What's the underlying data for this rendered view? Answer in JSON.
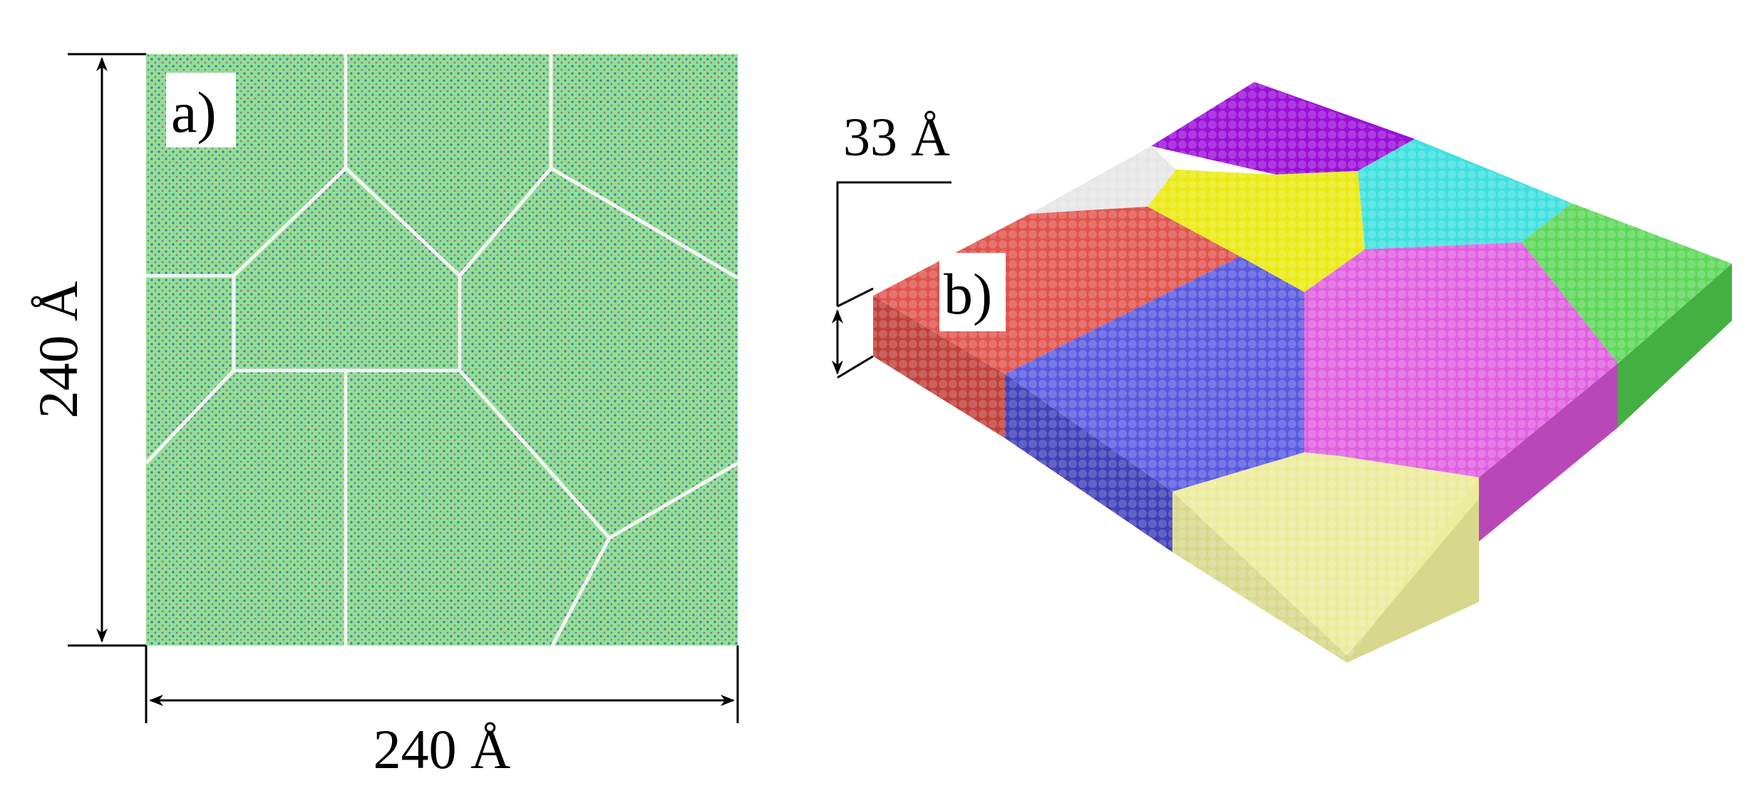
{
  "panel_a": {
    "label": "a)",
    "width_label": "240 Å",
    "height_label": "240 Å",
    "grain_color": "#8fe28f",
    "boundary_color": "#f4f4f4"
  },
  "panel_b": {
    "label": "b)",
    "thickness_label": "33 Å",
    "grain_colors": {
      "purple": "#9b10d8",
      "cyan": "#3fe0e0",
      "white": "#e6e6e6",
      "yellow": "#eaea14",
      "red": "#e0544e",
      "blue": "#5a5ae0",
      "magenta": "#e060e0",
      "green": "#5ed85a",
      "cream": "#ecec9c"
    }
  }
}
